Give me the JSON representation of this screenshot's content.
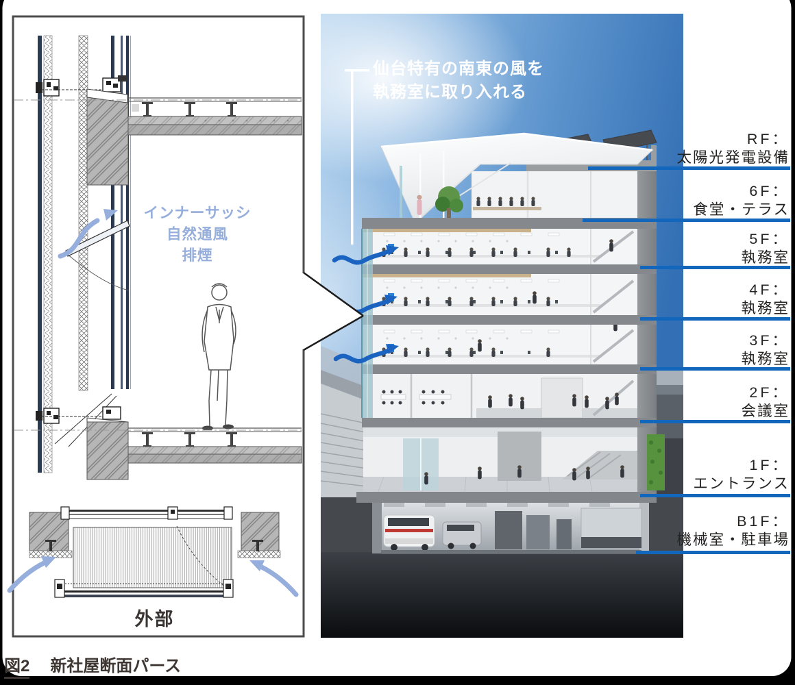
{
  "figure": {
    "caption_prefix": "図2",
    "caption_title": "新社屋断面パース"
  },
  "callout": {
    "line1": "仙台特有の南東の風を",
    "line2": "執務室に取り入れる"
  },
  "detail_panel": {
    "sash_label_line1": "インナーサッシ",
    "sash_label_line2": "自然通風",
    "sash_label_line3": "排煙",
    "exterior_label": "外部"
  },
  "floor_labels": [
    {
      "floor": "RF：",
      "name": "太陽光発電設備"
    },
    {
      "floor": "6F：",
      "name": "食堂・テラス"
    },
    {
      "floor": "5F：",
      "name": "執務室"
    },
    {
      "floor": "4F：",
      "name": "執務室"
    },
    {
      "floor": "3F：",
      "name": "執務室"
    },
    {
      "floor": "2F：",
      "name": "会議室"
    },
    {
      "floor": "1F：",
      "name": "エントランス"
    },
    {
      "floor": "B1F：",
      "name": "機械室・駐車場"
    }
  ],
  "colors": {
    "floor_line_blue": "#1266bb",
    "wind_arrow_blue": "#1a63c1",
    "soft_arrow_blue": "#96aedb",
    "caption_color": "#3e3734",
    "callout_text": "#ffffff"
  }
}
